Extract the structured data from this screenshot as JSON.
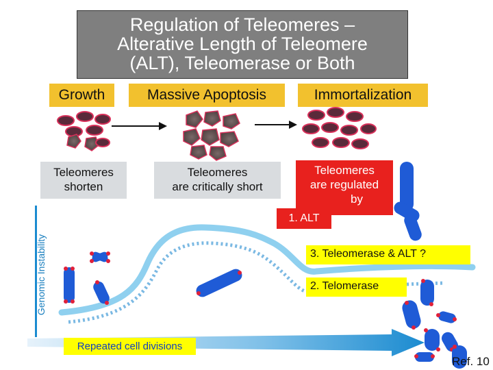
{
  "title": {
    "line1": "Regulation of Teleomeres –",
    "line2": "Alterative Length of Teleomere",
    "line3": "(ALT), Teleomerase or Both"
  },
  "stages": {
    "growth": "Growth",
    "apoptosis": "Massive Apoptosis",
    "immortalization": "Immortalization"
  },
  "labels": {
    "shorten_1": "Teleomeres",
    "shorten_2": "shorten",
    "critical_1": "Teleomeres",
    "critical_2": "are critically short",
    "regulated_1": "Teleomeres",
    "regulated_2": "are regulated",
    "regulated_3": "by"
  },
  "options": {
    "alt": "1. ALT",
    "telomerase": "2. Telomerase",
    "both": "3. Teleomerase & ALT ?"
  },
  "axis": {
    "y_label": "Genomic Instability",
    "x_label": "Repeated cell divisions"
  },
  "reference": "Ref. 10",
  "colors": {
    "title_bg": "#7f7f7f",
    "stage_bg": "#f2c12e",
    "label_bg": "#d9dcdf",
    "red_bg": "#e8211e",
    "option_bg": "#ffff00",
    "axis_blue": "#1b8bd0",
    "chromosome_blue": "#1f5bd6",
    "telomere_red": "#e0203a"
  }
}
